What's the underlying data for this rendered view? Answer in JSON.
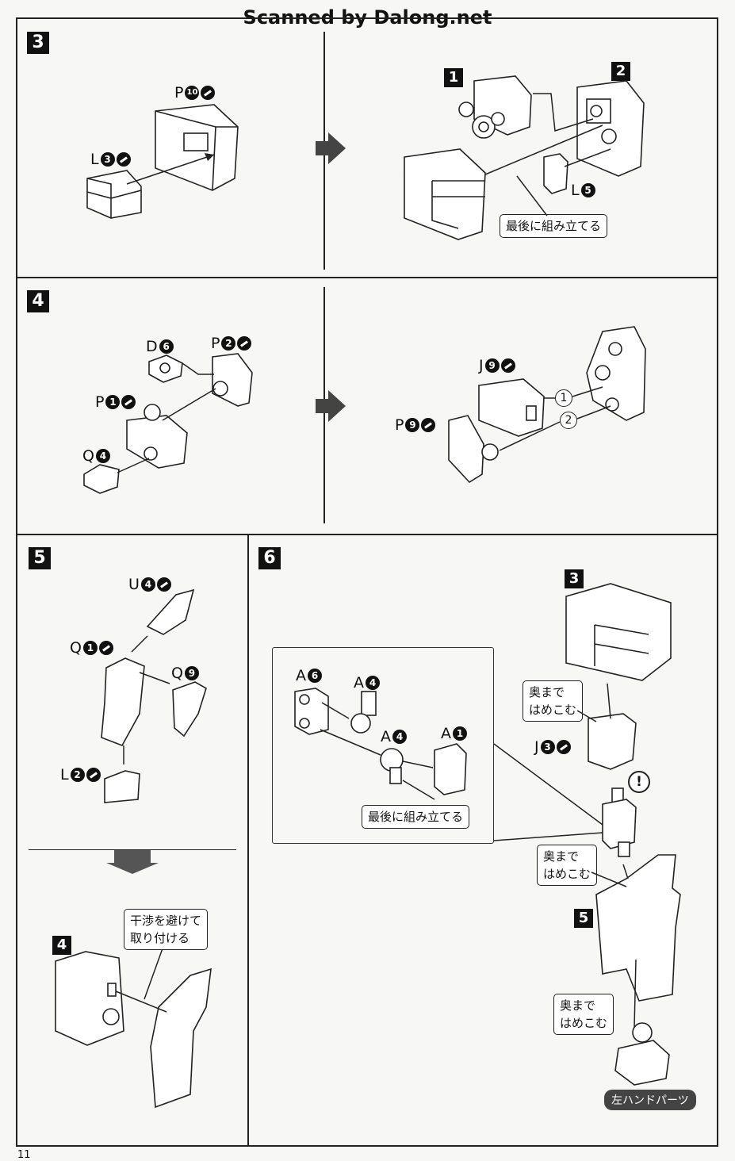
{
  "watermark": "Scanned by Dalong.net",
  "page_number": "11",
  "steps": {
    "s3": {
      "number": "3",
      "left": {
        "p": "P",
        "p_num": "10",
        "l": "L",
        "l_num": "3"
      },
      "right": {
        "badge1": "1",
        "badge2": "2",
        "l": "L",
        "l_num": "5",
        "note": "最後に組み立てる"
      }
    },
    "s4": {
      "number": "4",
      "left": {
        "d": "D",
        "d_num": "6",
        "p2": "P",
        "p2_num": "2",
        "p1": "P",
        "p1_num": "1",
        "q": "Q",
        "q_num": "4"
      },
      "right": {
        "j": "J",
        "j_num": "9",
        "p": "P",
        "p_num": "9",
        "c1": "1",
        "c2": "2"
      }
    },
    "s5": {
      "number": "5",
      "u": "U",
      "u_num": "4",
      "q1": "Q",
      "q1_num": "1",
      "q9": "Q",
      "q9_num": "9",
      "l": "L",
      "l_num": "2",
      "badge4": "4",
      "note_line1": "干渉を避けて",
      "note_line2": "取り付ける"
    },
    "s6": {
      "number": "6",
      "a6": "A",
      "a6_num": "6",
      "a4a": "A",
      "a4a_num": "4",
      "a4b": "A",
      "a4b_num": "4",
      "a1": "A",
      "a1_num": "1",
      "inner_note": "最後に組み立てる",
      "badge3": "3",
      "badge5": "5",
      "push1_line1": "奥まで",
      "push1_line2": "はめこむ",
      "push2_line1": "奥まで",
      "push2_line2": "はめこむ",
      "push3_line1": "奥まで",
      "push3_line2": "はめこむ",
      "j": "J",
      "j_num": "3",
      "warning": "!",
      "hand_tag": "左ハンドパーツ"
    }
  }
}
